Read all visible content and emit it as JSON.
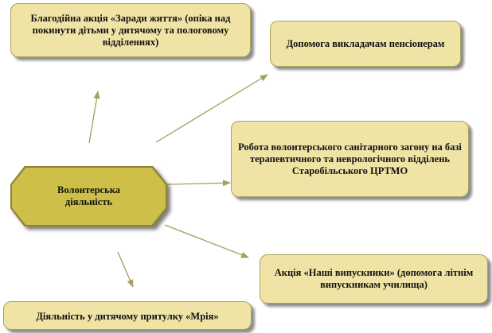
{
  "center": {
    "label": "Волонтерська діяльність"
  },
  "nodes": {
    "top_left": "Благодійна акція «Заради життя» (опіка над покинути дітьми у дитячому та пологовому відділеннях)",
    "top_right": "Допомога викладачам пенсіонерам",
    "mid_right": "Робота волонтерського санітарного загону на базі терапевтичного та неврологічного відділень Старобільського ЦРТМО",
    "bottom_right": "Акція «Наші випускники» (допомога літнім випускникам училища)",
    "bottom_left": "Діяльність у дитячому притулку «Мрія»"
  },
  "colors": {
    "box_fill": "#efe4a6",
    "box_border": "#a9a25a",
    "center_fill": "#cdbf47",
    "center_border": "#8c8538",
    "arrow": "#a59f5b"
  }
}
